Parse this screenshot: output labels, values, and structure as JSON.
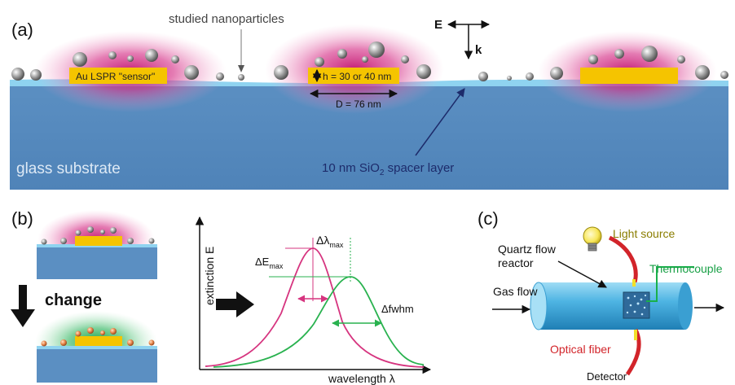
{
  "panel_a": {
    "label": "(a)",
    "studied_nanoparticles": "studied nanoparticles",
    "field_e": "E",
    "field_k": "k",
    "sensor_label": "Au LSPR \"sensor\"",
    "height_label": "h = 30 or 40 nm",
    "diameter_label": "D = 76 nm",
    "substrate_label": "glass substrate",
    "spacer_label_main": "10 nm SiO",
    "spacer_label_sub": "2",
    "spacer_label_end": " spacer layer"
  },
  "panel_b": {
    "label": "(b)",
    "change_label": "change",
    "y_axis_label": "extinction E",
    "x_axis_label": "wavelength λ",
    "delta_e_main": "ΔE",
    "delta_e_sub": "max",
    "delta_lambda_main": "Δλ",
    "delta_lambda_sub": "max",
    "delta_fwhm": "Δfwhm"
  },
  "panel_c": {
    "label": "(c)",
    "light_source": "Light source",
    "quartz_line1": "Quartz flow",
    "quartz_line2": "reactor",
    "gas_flow": "Gas flow",
    "thermocouple": "Thermocouple",
    "optical_fiber": "Optical fiber",
    "detector": "Detector"
  },
  "colors": {
    "substrate": "#5b8fc2",
    "spacer": "#8fd3f0",
    "gold": "#f5c400",
    "plasmon_pink": "#d21a7a",
    "plasmon_green": "#19b04a",
    "curve_pink": "#d6347f",
    "curve_green": "#29b24f",
    "fiber_red": "#d2242a",
    "tube_blue": "#4eb4e3"
  }
}
